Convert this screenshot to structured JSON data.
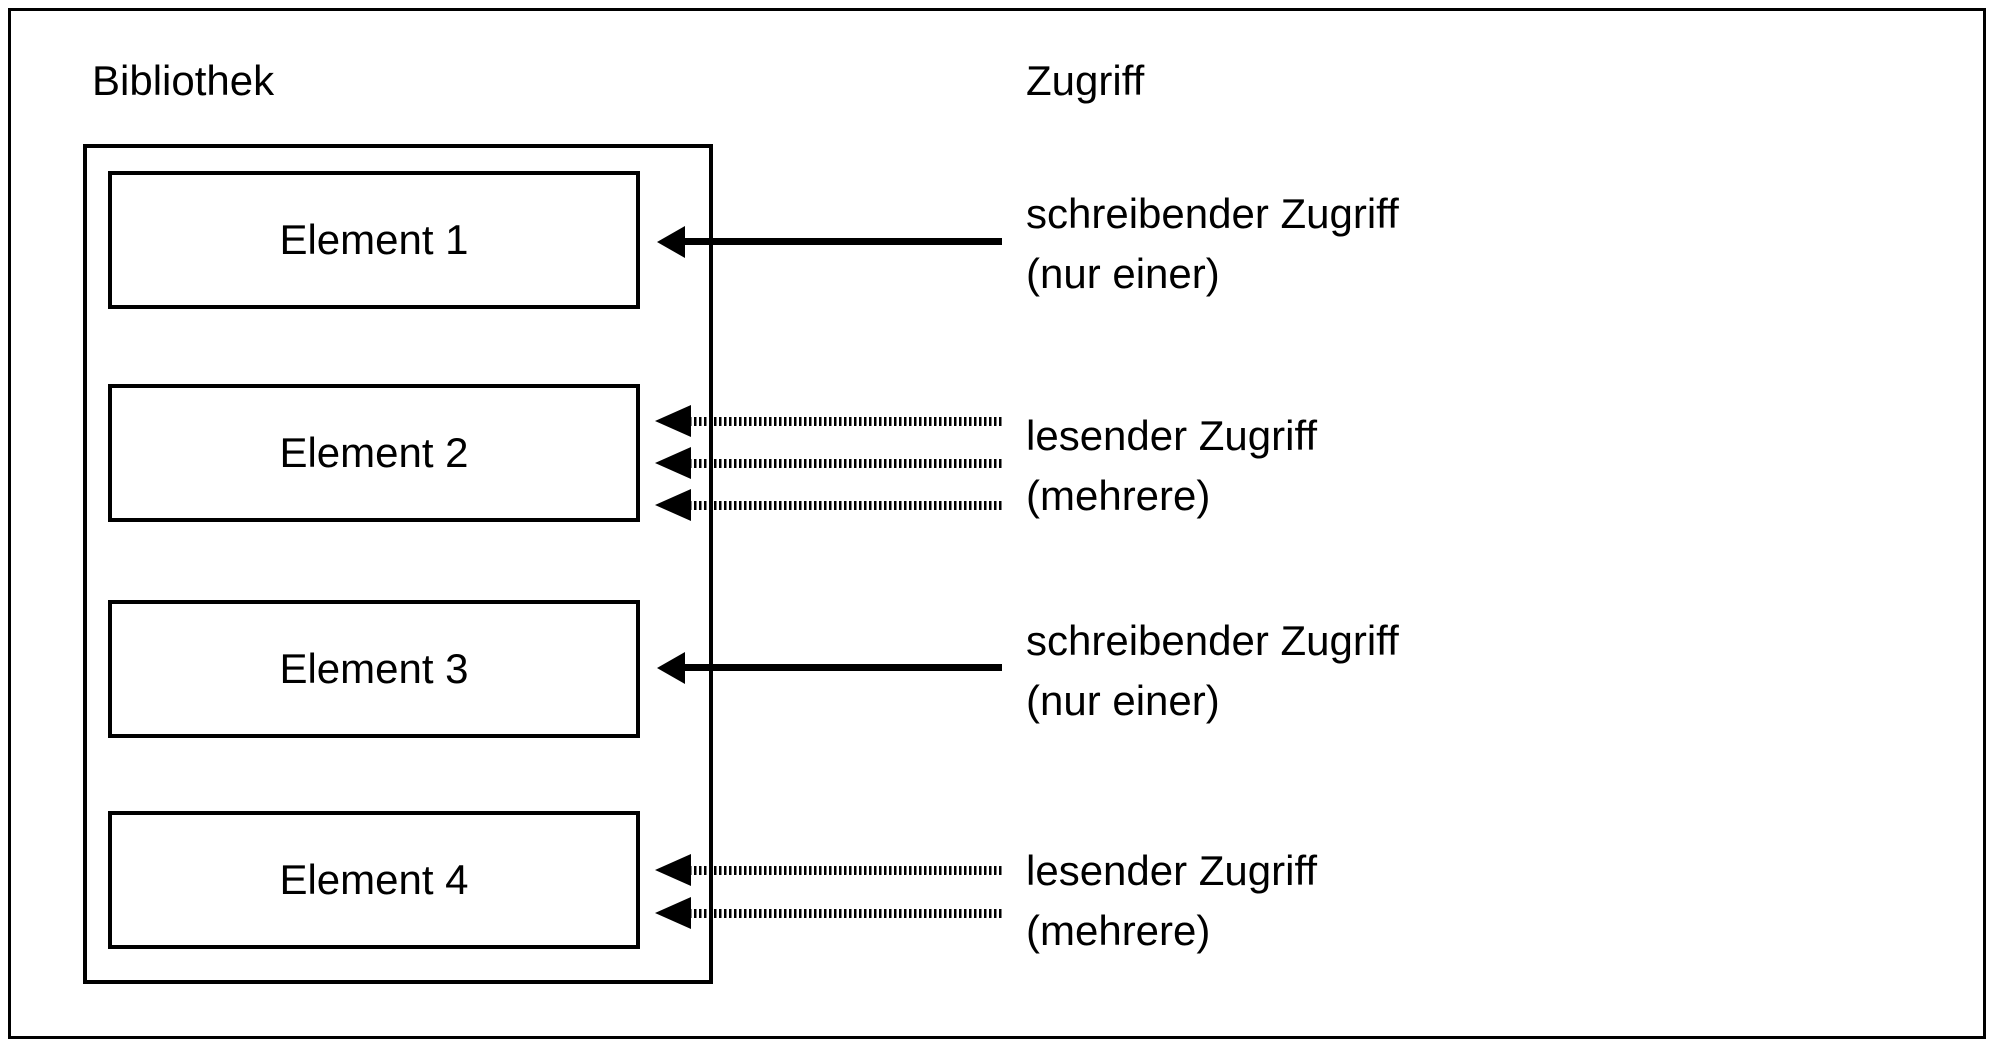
{
  "diagram": {
    "library_label": "Bibliothek",
    "access_label": "Zugriff",
    "colors": {
      "stroke": "#000000",
      "background": "#ffffff"
    },
    "elements": [
      {
        "label": "Element 1"
      },
      {
        "label": "Element 2"
      },
      {
        "label": "Element 3"
      },
      {
        "label": "Element 4"
      }
    ],
    "accesses": [
      {
        "target": "Element 1",
        "style": "solid",
        "arrow_count": 1,
        "line1": "schreibender Zugriff",
        "line2": "(nur einer)"
      },
      {
        "target": "Element 2",
        "style": "dotted",
        "arrow_count": 3,
        "line1": "lesender Zugriff",
        "line2": "(mehrere)"
      },
      {
        "target": "Element 3",
        "style": "solid",
        "arrow_count": 1,
        "line1": "schreibender Zugriff",
        "line2": "(nur einer)"
      },
      {
        "target": "Element 4",
        "style": "dotted",
        "arrow_count": 2,
        "line1": "lesender Zugriff",
        "line2": "(mehrere)"
      }
    ]
  }
}
